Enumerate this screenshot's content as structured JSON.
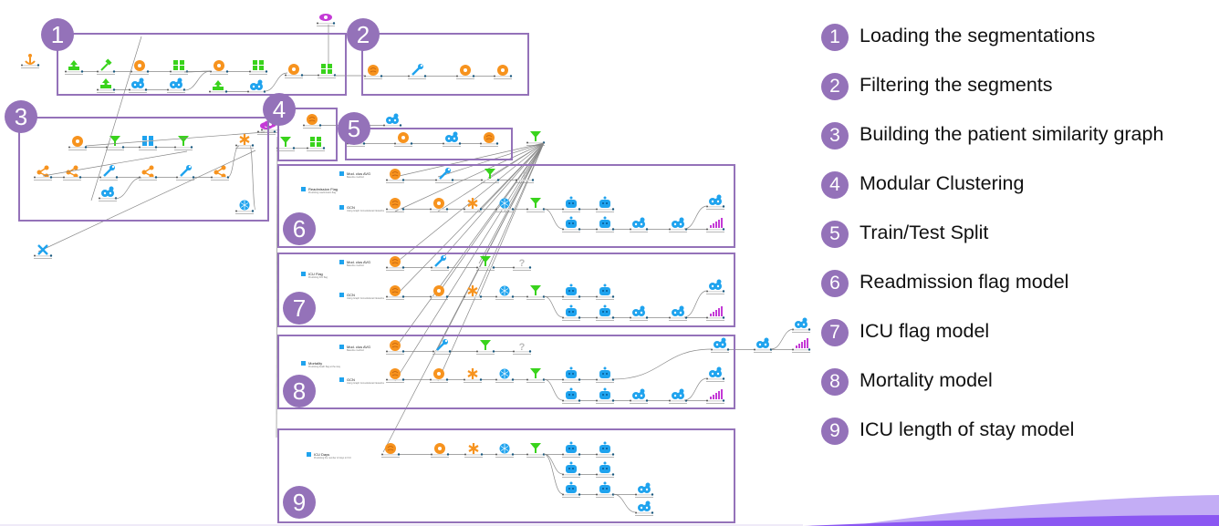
{
  "legend": [
    {
      "num": "1",
      "label": "Loading the segmentations"
    },
    {
      "num": "2",
      "label": "Filtering the segments"
    },
    {
      "num": "3",
      "label": "Building the patient similarity graph"
    },
    {
      "num": "4",
      "label": "Modular Clustering"
    },
    {
      "num": "5",
      "label": "Train/Test Split"
    },
    {
      "num": "6",
      "label": "Readmission flag model"
    },
    {
      "num": "7",
      "label": "ICU flag model"
    },
    {
      "num": "8",
      "label": "Mortality model"
    },
    {
      "num": "9",
      "label": "ICU length of stay model"
    }
  ],
  "sections": [
    {
      "num": "1"
    },
    {
      "num": "2"
    },
    {
      "num": "3"
    },
    {
      "num": "4"
    },
    {
      "num": "5"
    },
    {
      "num": "6",
      "title": "Readmission Flag",
      "subtitle": "Predicting readmission flag"
    },
    {
      "num": "7",
      "title": "ICU Flag",
      "subtitle": "Predicting ICU flag"
    },
    {
      "num": "8",
      "title": "Mortality",
      "subtitle": "Predicting death flag at the stay"
    },
    {
      "num": "9",
      "title": "ICU Days",
      "subtitle": "Predicting the number of days in ICU"
    }
  ],
  "branches": {
    "baseline": {
      "title": "Mod. clus AVG",
      "subtitle": "Baseline method"
    },
    "gcn": {
      "title": "GCN",
      "subtitle": "Using Graph Convolutional Networks"
    }
  },
  "colors": {
    "accent": "#9472b9",
    "node_orange": "#f7931e",
    "node_green": "#39d31c",
    "node_blue": "#1fa3ee",
    "node_magenta": "#c43ad6",
    "wave": "#8b57f2"
  }
}
